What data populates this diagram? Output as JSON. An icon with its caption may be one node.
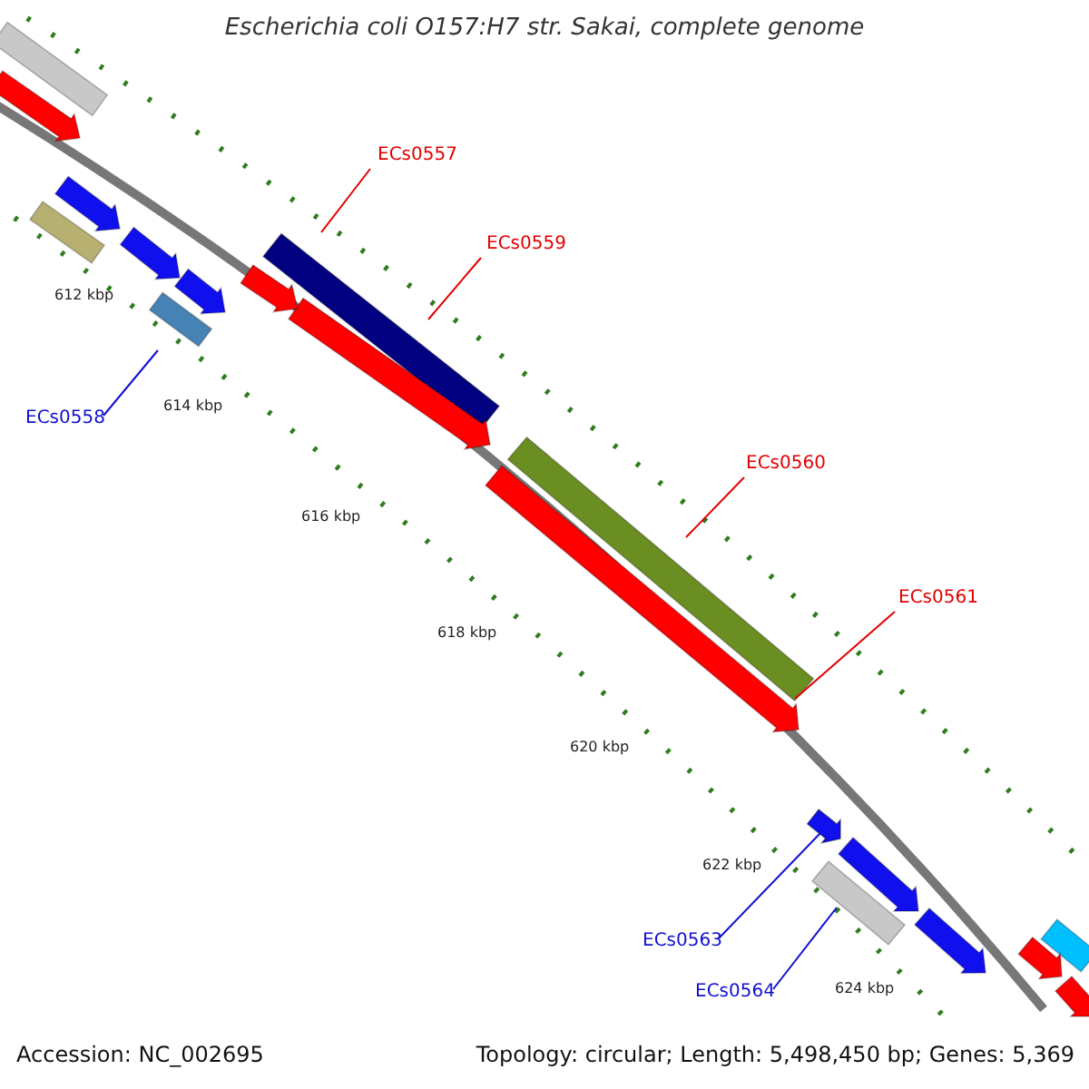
{
  "diagram": {
    "title": "Escherichia coli O157:H7 str. Sakai, complete genome",
    "nodes": [
      {
        "text": [
          "ECs0557"
        ]
      },
      {
        "text": [
          "ECs0559"
        ]
      },
      {
        "text": [
          "ECs0558"
        ]
      },
      {
        "text": [
          "ECs0560"
        ]
      },
      {
        "text": [
          "ECs0561"
        ]
      },
      {
        "text": [
          "ECs0563"
        ]
      },
      {
        "text": [
          "ECs0564"
        ]
      },
      {
        "text": [],
        "shape": "bar"
      },
      {
        "text": [],
        "shape": "arrow"
      },
      {
        "text": [],
        "shape": "bar"
      },
      {
        "text": [],
        "shape": "bar"
      },
      {
        "text": [],
        "shape": "arrow"
      },
      {
        "text": [],
        "shape": "arrow"
      },
      {
        "text": [],
        "shape": "bar"
      },
      {
        "text": [],
        "shape": "bar"
      },
      {
        "text": [],
        "shape": "arrow"
      },
      {
        "text": [],
        "shape": "bar"
      },
      {
        "text": [],
        "shape": "arrow"
      },
      {
        "text": [],
        "shape": "arrow"
      },
      {
        "text": [],
        "shape": "arrow"
      },
      {
        "text": [],
        "shape": "arrow"
      },
      {
        "text": [],
        "shape": "arrow"
      },
      {
        "text": [],
        "shape": "arrow"
      },
      {
        "text": [],
        "shape": "arrow"
      },
      {
        "text": [],
        "shape": "bar"
      },
      {
        "text": [],
        "shape": "arrow"
      },
      {
        "text": [],
        "shape": "arrow"
      }
    ],
    "edges": [
      {
        "from": 0,
        "to": 7,
        "arrow": "none"
      },
      {
        "from": 1,
        "to": 8,
        "arrow": "none"
      },
      {
        "from": 2,
        "to": 9,
        "arrow": "none",
        "color": "#1010d0"
      },
      {
        "from": 3,
        "to": 10,
        "arrow": "none"
      },
      {
        "from": 4,
        "to": 11,
        "arrow": "none"
      },
      {
        "from": 5,
        "to": 12,
        "arrow": "none",
        "color": "#1010d0"
      },
      {
        "from": 6,
        "to": 13,
        "arrow": "none",
        "color": "#1010d0"
      }
    ],
    "labels": [
      "612 kbp",
      "614 kbp",
      "616 kbp",
      "618 kbp",
      "620 kbp",
      "622 kbp",
      "624 kbp",
      "Accession: NC_002695",
      "Topology: circular; Length: 5,498,450 bp; Genes: 5,369"
    ]
  }
}
